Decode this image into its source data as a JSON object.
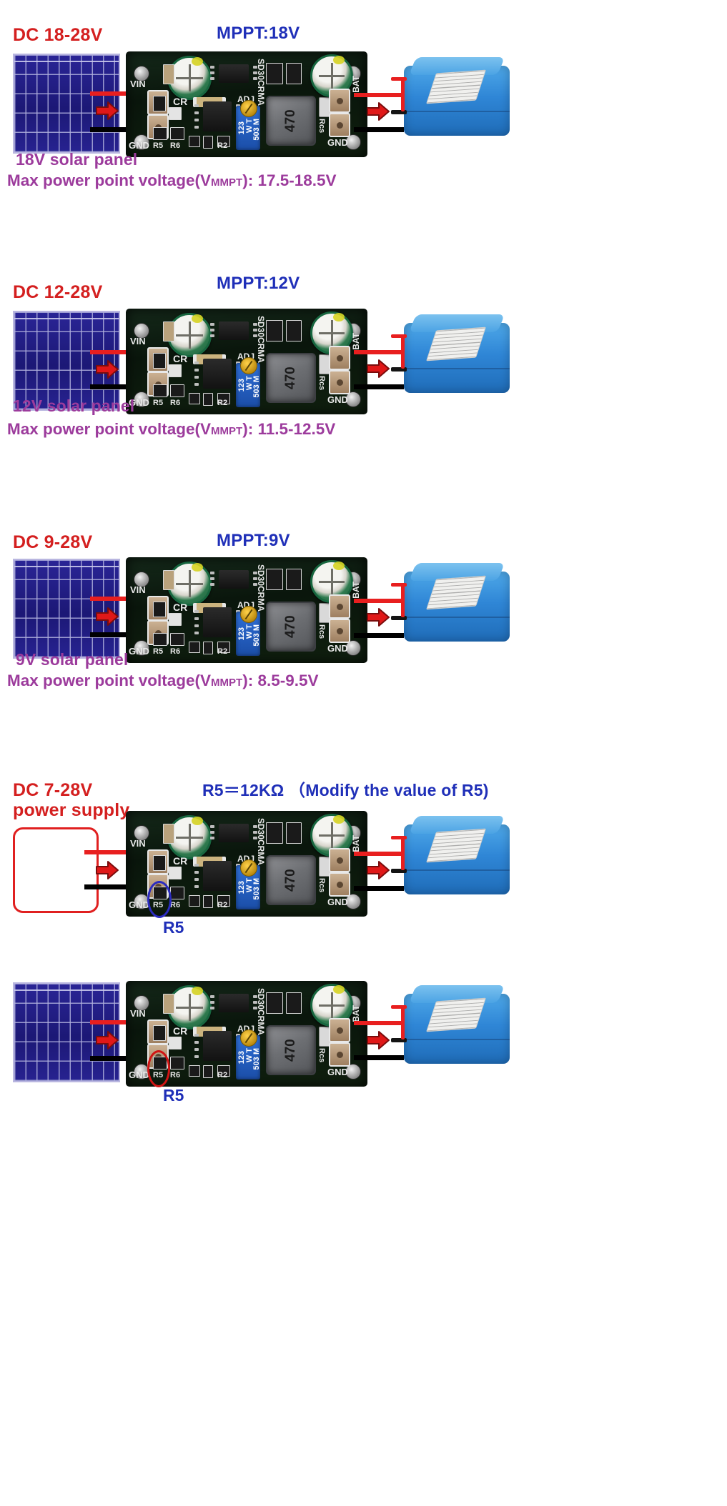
{
  "colors": {
    "red": "#d41f1f",
    "blue": "#1f2fb8",
    "purple": "#9c3b9c",
    "panel_blue": "#221f86",
    "pcb_green": "#0d1b0d",
    "battery_blue": "#2f86d6",
    "wire_red": "#e81f1f",
    "wire_black": "#000000"
  },
  "board": {
    "silk": {
      "vin": "VIN",
      "gnd_in": "GND",
      "gnd_out": "GND",
      "cr": "CR",
      "adj": "ADJ",
      "rcs": "Rcs",
      "r5": "R5",
      "r6": "R6",
      "r2": "R2",
      "chip": "SD30CRMA",
      "bat": "BAT"
    },
    "inductor_value": "470",
    "pot_text_1": "123",
    "pot_text_2": "W T",
    "pot_text_3": "503 M"
  },
  "sections": [
    {
      "id": "mppt-18v",
      "dc_label": "DC 18-28V",
      "mppt_label": "MPPT:18V",
      "panel_caption": "18V solar panel",
      "mpp_prefix": "Max power point voltage(V",
      "mpp_sub": "MMPT",
      "mpp_suffix": "): 17.5-18.5V",
      "source_type": "panel"
    },
    {
      "id": "mppt-12v",
      "dc_label": "DC 12-28V",
      "mppt_label": "MPPT:12V",
      "panel_caption": "12V solar panel",
      "mpp_prefix": "Max power point voltage(V",
      "mpp_sub": "MMPT",
      "mpp_suffix": "):  11.5-12.5V",
      "source_type": "panel"
    },
    {
      "id": "mppt-9v",
      "dc_label": "DC 9-28V",
      "mppt_label": "MPPT:9V",
      "panel_caption": "9V solar panel",
      "mpp_prefix": "Max power point voltage(V",
      "mpp_sub": "MMPT",
      "mpp_suffix": "): 8.5-9.5V",
      "source_type": "panel"
    },
    {
      "id": "r5-modify",
      "dc_label": "DC 7-28V\npower supply",
      "r5_head": "R5＝12KΩ （Modify the value of R5)",
      "r5_callout": "R5",
      "source_type": "psu"
    },
    {
      "id": "r5-bottom",
      "r5_callout": "R5",
      "source_type": "panel"
    }
  ]
}
